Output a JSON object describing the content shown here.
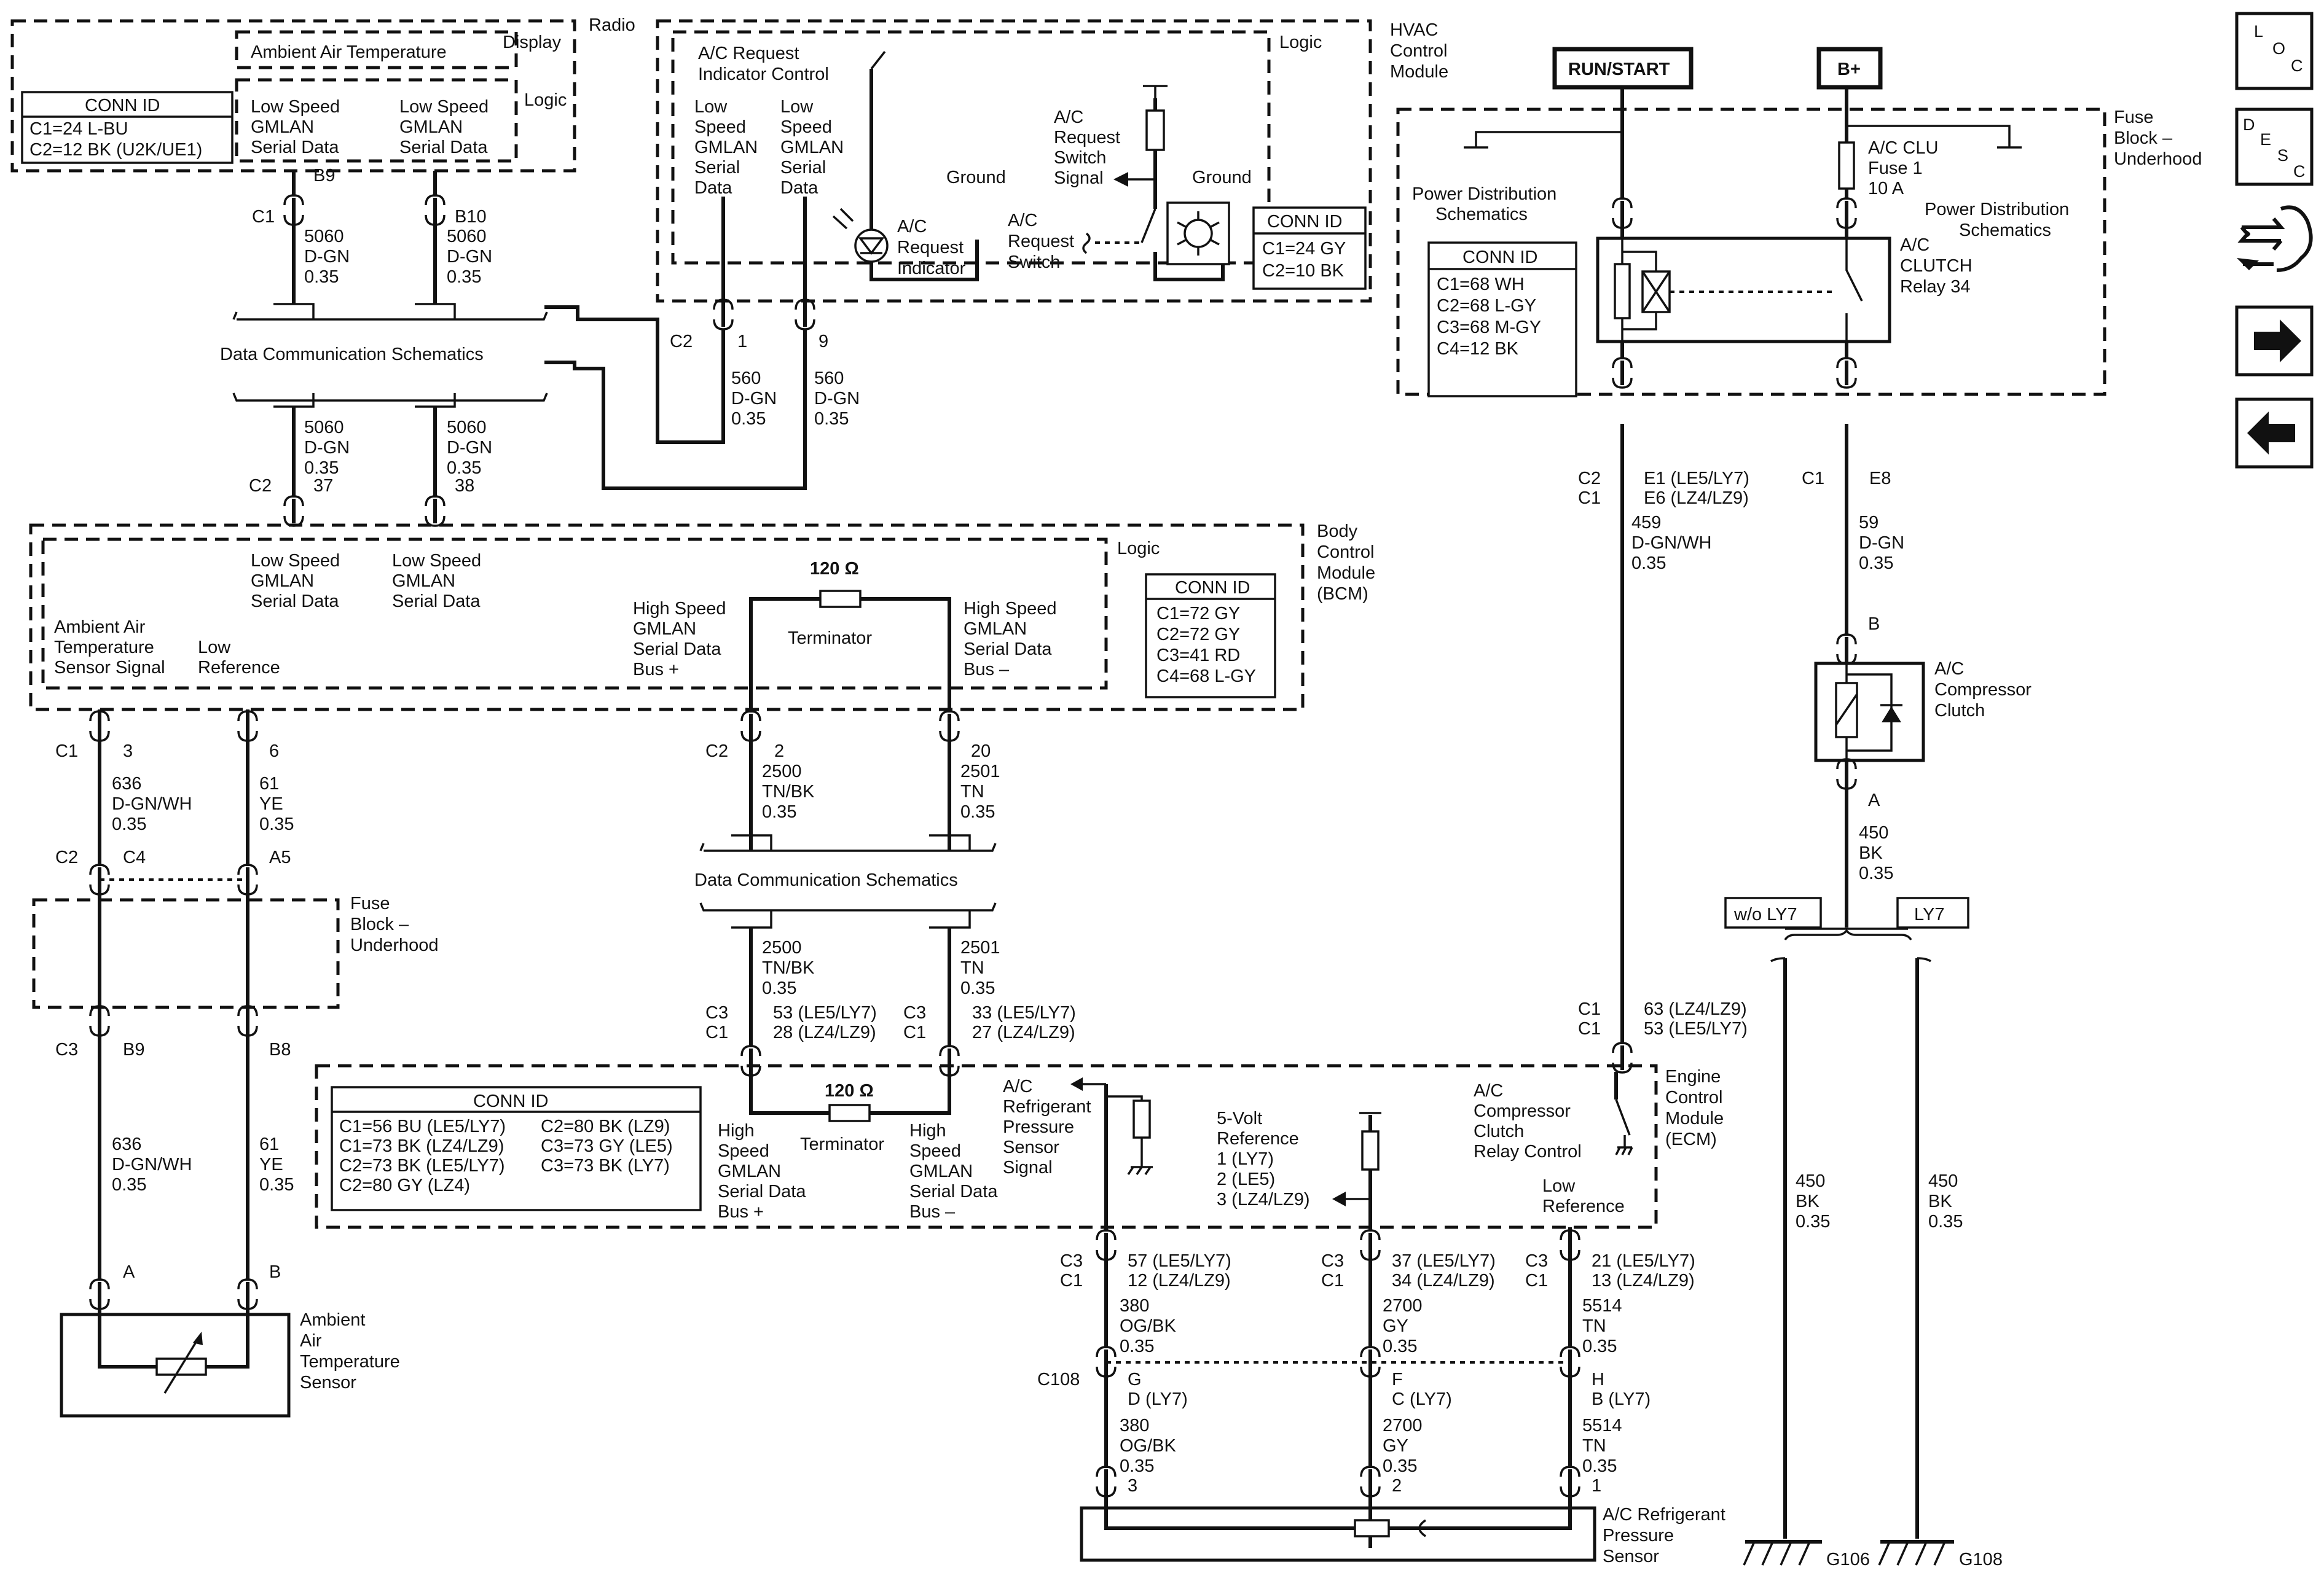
{
  "modules": {
    "radio": {
      "name": "Radio",
      "display": "Display",
      "logic": "Logic",
      "ambient": "Ambient Air Temperature",
      "conn_title": "CONN ID",
      "conn": [
        "C1=24 L-BU",
        "C2=12 BK (U2K/UE1)"
      ],
      "lsg": [
        "Low Speed",
        "GMLAN",
        "Serial Data"
      ]
    },
    "hvac": {
      "name": [
        "HVAC",
        "Control",
        "Module"
      ],
      "logic": "Logic",
      "req_ind_ctrl": [
        "A/C Request",
        "Indicator Control"
      ],
      "lsg": [
        "Low",
        "Speed",
        "GMLAN",
        "Serial",
        "Data"
      ],
      "ground": "Ground",
      "sw_signal": [
        "A/C",
        "Request",
        "Switch",
        "Signal"
      ],
      "indicator": [
        "A/C",
        "Request",
        "Indicator"
      ],
      "switch": [
        "A/C",
        "Request",
        "Switch"
      ],
      "conn_title": "CONN ID",
      "conn": [
        "C1=24 GY",
        "C2=10 BK"
      ]
    },
    "bcm": {
      "name": [
        "Body",
        "Control",
        "Module",
        "(BCM)"
      ],
      "logic": "Logic",
      "lsg": [
        "Low Speed",
        "GMLAN",
        "Serial Data"
      ],
      "amb_sig": [
        "Ambient Air",
        "Temperature",
        "Sensor Signal"
      ],
      "low_ref": [
        "Low",
        "Reference"
      ],
      "hs_plus": [
        "High Speed",
        "GMLAN",
        "Serial Data",
        "Bus +"
      ],
      "hs_minus": [
        "High Speed",
        "GMLAN",
        "Serial Data",
        "Bus –"
      ],
      "term_res": "120 Ω",
      "terminator": "Terminator",
      "conn_title": "CONN ID",
      "conn": [
        "C1=72 GY",
        "C2=72 GY",
        "C3=41 RD",
        "C4=68 L-GY"
      ]
    },
    "fuse_left": {
      "name": [
        "Fuse",
        "Block –",
        "Underhood"
      ]
    },
    "fuse_right": {
      "name": [
        "Fuse",
        "Block –",
        "Underhood"
      ],
      "pds": [
        "Power Distribution",
        "Schematics"
      ],
      "fuse": [
        "A/C CLU",
        "Fuse 1",
        "10 A"
      ],
      "relay": [
        "A/C",
        "CLUTCH",
        "Relay 34"
      ],
      "conn_title": "CONN ID",
      "conn": [
        "C1=68 WH",
        "C2=68 L-GY",
        "C3=68 M-GY",
        "C4=12 BK"
      ]
    },
    "ecm": {
      "name": [
        "Engine",
        "Control",
        "Module",
        "(ECM)"
      ],
      "conn_title": "CONN ID",
      "conn_left": [
        "C1=56 BU (LE5/LY7)",
        "C1=73 BK (LZ4/LZ9)",
        "C2=73 BK (LE5/LY7)",
        "C2=80 GY (LZ4)"
      ],
      "conn_right": [
        "C2=80 BK (LZ9)",
        "C3=73 GY (LE5)",
        "C3=73 BK (LY7)"
      ],
      "hs_plus": [
        "High",
        "Speed",
        "GMLAN",
        "Serial Data",
        "Bus +"
      ],
      "hs_minus": [
        "High",
        "Speed",
        "GMLAN",
        "Serial Data",
        "Bus –"
      ],
      "term_res": "120 Ω",
      "terminator": "Terminator",
      "press_sig": [
        "A/C",
        "Refrigerant",
        "Pressure",
        "Sensor",
        "Signal"
      ],
      "vref": [
        "5-Volt",
        "Reference",
        "1 (LY7)",
        "2 (LE5)",
        "3 (LZ4/LZ9)"
      ],
      "relay_ctrl": [
        "A/C",
        "Compressor",
        "Clutch",
        "Relay Control"
      ],
      "low_ref": [
        "Low",
        "Reference"
      ]
    },
    "compressor": {
      "name": [
        "A/C",
        "Compressor",
        "Clutch"
      ]
    },
    "amb_sensor": {
      "name": [
        "Ambient",
        "Air",
        "Temperature",
        "Sensor"
      ]
    },
    "press_sensor": {
      "name": [
        "A/C Refrigerant",
        "Pressure",
        "Sensor"
      ]
    }
  },
  "power": {
    "run_start": "RUN/START",
    "bplus": "B+"
  },
  "options": {
    "wo_ly7": "w/o LY7",
    "ly7": "LY7"
  },
  "data_comm": "Data Communication Schematics",
  "grounds": {
    "g106": "G106",
    "g108": "G108"
  },
  "connectors": {
    "c1": "C1",
    "c2": "C2",
    "c3": "C3",
    "c4": "C4",
    "c108": "C108",
    "b9": "B9",
    "b10": "B10",
    "p37": "37",
    "p38": "38",
    "p1": "1",
    "p9": "9",
    "p3": "3",
    "p6": "6",
    "p2": "2",
    "p20": "20",
    "a5": "A5",
    "b8": "B8",
    "a": "A",
    "b": "B",
    "e1": "E1 (LE5/LY7)",
    "e6": "E6 (LZ4/LZ9)",
    "e8": "E8",
    "bca": "B",
    "aca": "A",
    "p53": "53 (LE5/LY7)",
    "p28": "28 (LZ4/LZ9)",
    "p33": "33 (LE5/LY7)",
    "p27": "27 (LZ4/LZ9)",
    "p63": "63 (LZ4/LZ9)",
    "p53b": "53 (LE5/LY7)",
    "p57": "57 (LE5/LY7)",
    "p12": "12 (LZ4/LZ9)",
    "p37e": "37 (LE5/LY7)",
    "p34": "34 (LZ4/LZ9)",
    "p21": "21 (LE5/LY7)",
    "p13": "13 (LZ4/LZ9)",
    "g": "G",
    "d": "D (LY7)",
    "f": "F",
    "c": "C (LY7)",
    "h": "H",
    "bly7": "B (LY7)",
    "s3": "3",
    "s2": "2",
    "s1": "1"
  },
  "wires": {
    "w5060": [
      "5060",
      "D-GN",
      "0.35"
    ],
    "w560": [
      "560",
      "D-GN",
      "0.35"
    ],
    "w636": [
      "636",
      "D-GN/WH",
      "0.35"
    ],
    "w61": [
      "61",
      "YE",
      "0.35"
    ],
    "w2500": [
      "2500",
      "TN/BK",
      "0.35"
    ],
    "w2501": [
      "2501",
      "TN",
      "0.35"
    ],
    "w459": [
      "459",
      "D-GN/WH",
      "0.35"
    ],
    "w59": [
      "59",
      "D-GN",
      "0.35"
    ],
    "w450": [
      "450",
      "BK",
      "0.35"
    ],
    "w380": [
      "380",
      "OG/BK",
      "0.35"
    ],
    "w2700": [
      "2700",
      "GY",
      "0.35"
    ],
    "w5514": [
      "5514",
      "TN",
      "0.35"
    ]
  },
  "nav": {
    "loc": [
      "L",
      "O",
      "C"
    ],
    "desc": [
      "D",
      "E",
      "S",
      "C"
    ]
  },
  "icons": [
    "loc-icon",
    "desc-icon",
    "harness-icon",
    "next-arrow-icon",
    "prev-arrow-icon"
  ]
}
